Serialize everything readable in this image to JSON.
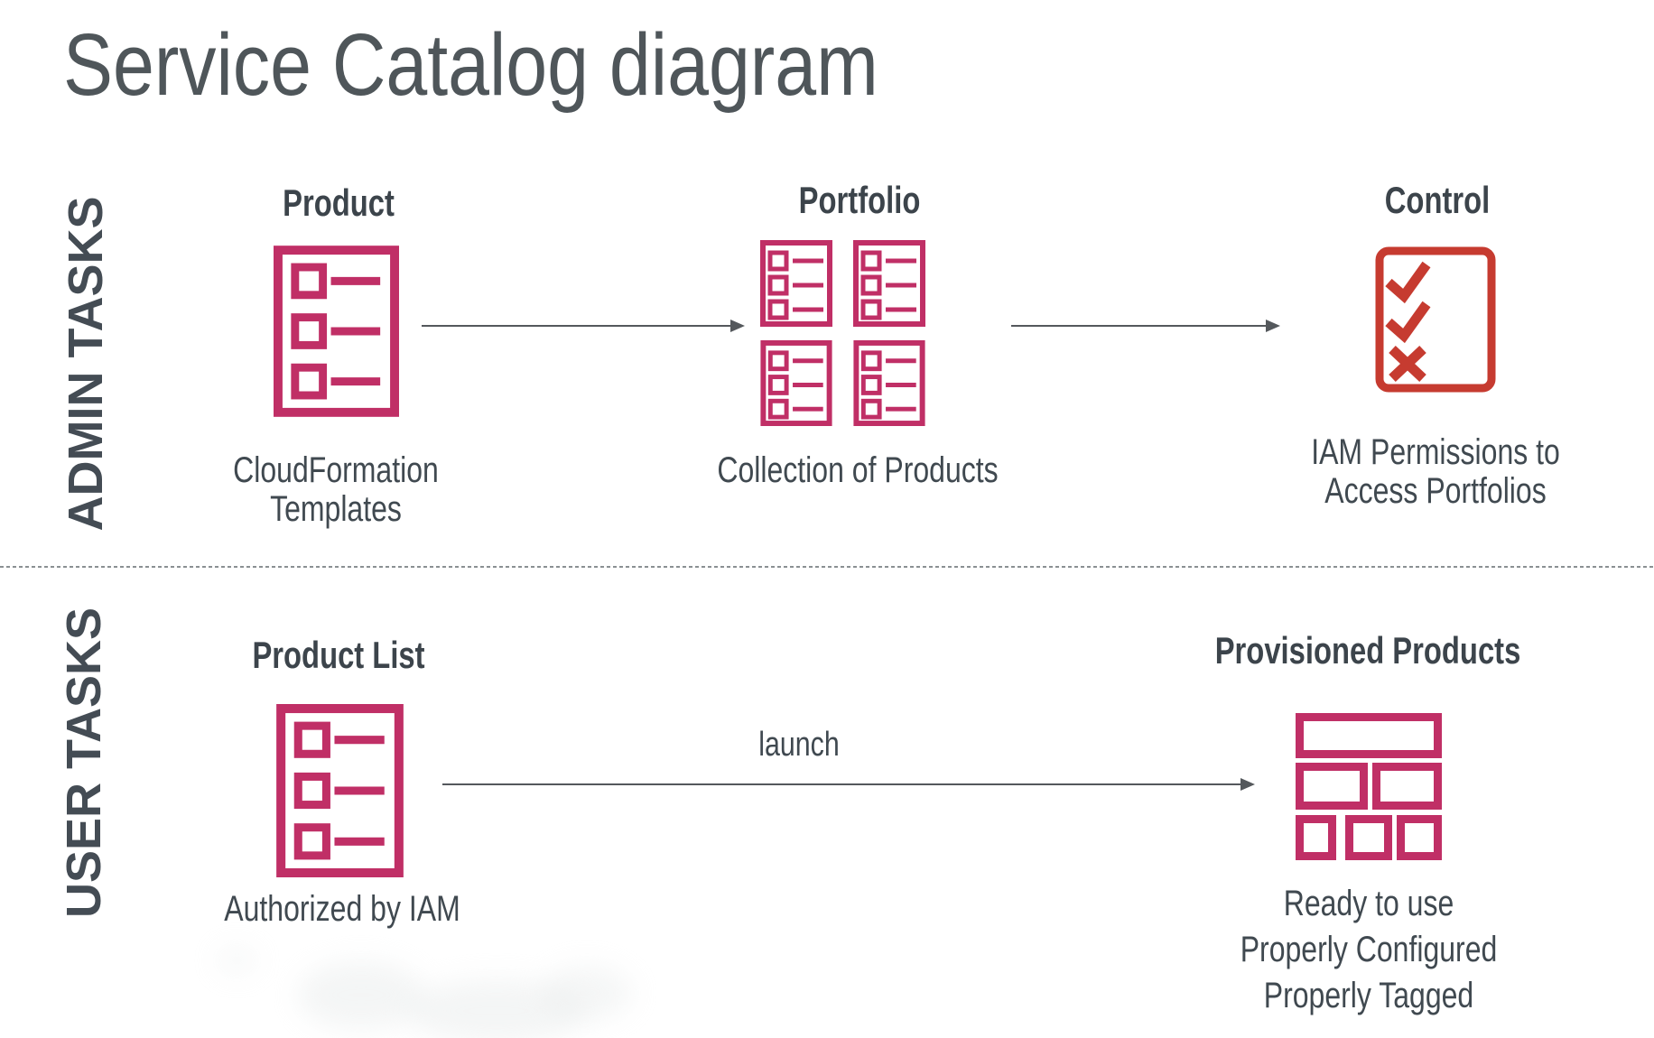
{
  "title": "Service Catalog diagram",
  "colors": {
    "pink": "#c02f66",
    "red": "#c63b30",
    "arrow": "#54585c",
    "title_text": "#4f565a",
    "heading_text": "#3c444b",
    "caption_text": "#404950",
    "side_label_text": "#444c54",
    "divider": "#8b9093",
    "background": "#ffffff"
  },
  "sections": {
    "admin": {
      "side_label": "ADMIN TASKS",
      "items": [
        {
          "heading": "Product",
          "icon": "list-document-icon",
          "caption_lines": [
            "CloudFormation",
            "Templates"
          ]
        },
        {
          "heading": "Portfolio",
          "icon": "portfolio-grid-icon",
          "caption_lines": [
            "Collection of Products"
          ]
        },
        {
          "heading": "Control",
          "icon": "checklist-icon",
          "caption_lines": [
            "IAM Permissions to",
            "Access Portfolios"
          ]
        }
      ]
    },
    "user": {
      "side_label": "USER TASKS",
      "arrow_label": "launch",
      "items": [
        {
          "heading": "Product List",
          "icon": "list-document-icon",
          "caption_lines": [
            "Authorized by IAM"
          ]
        },
        {
          "heading": "Provisioned Products",
          "icon": "bricks-grid-icon",
          "caption_lines": [
            "Ready to use",
            "Properly Configured",
            "Properly Tagged"
          ]
        }
      ]
    }
  }
}
